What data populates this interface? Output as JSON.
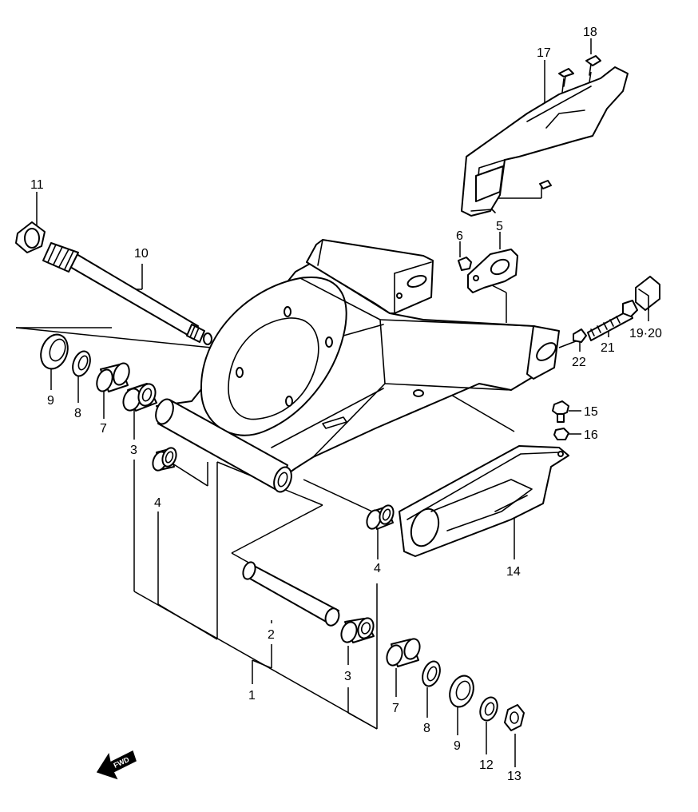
{
  "callouts": {
    "p1": "1",
    "p2": "2",
    "p3a": "3",
    "p3b": "3",
    "p4a": "4",
    "p4b": "4",
    "p5": "5",
    "p6": "6",
    "p7a": "7",
    "p7b": "7",
    "p8a": "8",
    "p8b": "8",
    "p9a": "9",
    "p9b": "9",
    "p10": "10",
    "p11": "11",
    "p12": "12",
    "p13": "13",
    "p14": "14",
    "p15": "15",
    "p16": "16",
    "p17": "17",
    "p18": "18",
    "p1920": "19·20",
    "p21": "21",
    "p22": "22"
  },
  "fwd_badge": "FWD"
}
